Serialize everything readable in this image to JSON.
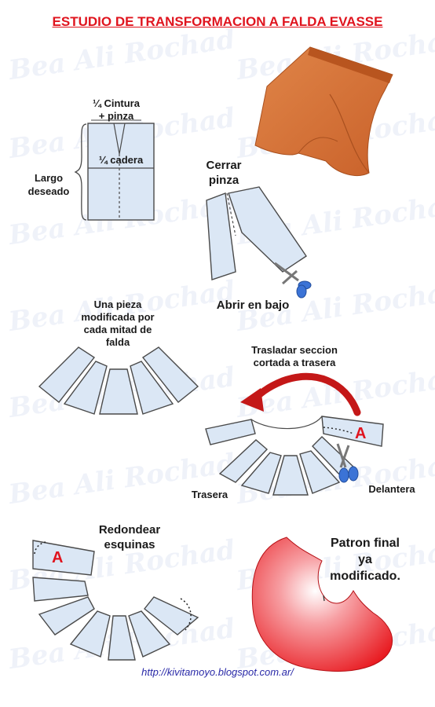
{
  "title": "ESTUDIO DE TRANSFORMACION A FALDA EVASSE",
  "labels": {
    "cintura": "¼ Cintura",
    "pinza": "+ pinza",
    "cadera": "¼ cadera",
    "largo": "Largo",
    "deseado": "deseado",
    "cerrar": "Cerrar",
    "pinza2": "pinza",
    "abrir": "Abrir en bajo",
    "pieza1": "Una pieza",
    "pieza2": "modificada por",
    "pieza3": "cada mitad de",
    "pieza4": "falda",
    "trasladar1": "Trasladar seccion",
    "trasladar2": "cortada a trasera",
    "trasera": "Trasera",
    "delantera": "Delantera",
    "redondear1": "Redondear",
    "redondear2": "esquinas",
    "patron1": "Patron final",
    "patron2": "ya",
    "patron3": "modificado.",
    "marker_a": "A",
    "marker_a2": "A"
  },
  "watermark": "Bea Ali Rochad",
  "url": "http://kivitamoyo.blogspot.com.ar/",
  "colors": {
    "title": "#e0141e",
    "piece_fill": "#dbe7f5",
    "skirt_photo": "#d9773a",
    "final_pattern": "#e8181e",
    "arrow": "#c41818"
  }
}
